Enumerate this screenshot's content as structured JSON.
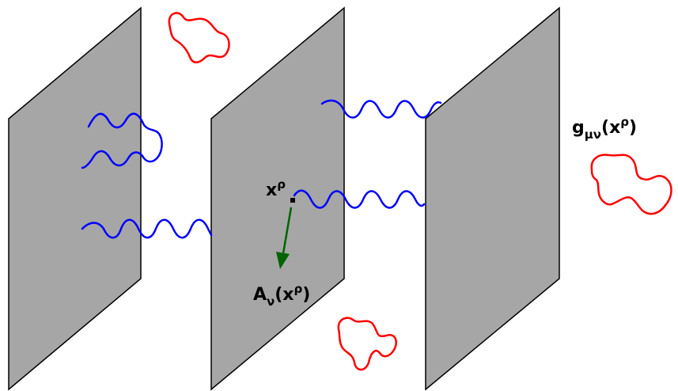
{
  "labels": {
    "position": {
      "base": "x",
      "sup": "ρ"
    },
    "gauge_field": {
      "base": "A",
      "sub": "ν",
      "open": "(x",
      "sup": "ρ",
      "close": ")"
    },
    "metric": {
      "base": "g",
      "sub": "μν",
      "open": "(x",
      "sup": "ρ",
      "close": ")"
    }
  },
  "colors": {
    "brane_fill": "#a6a6a6",
    "brane_stroke": "#000000",
    "open_string": "#0000ff",
    "closed_string": "#ff0000",
    "arrow": "#006400"
  }
}
